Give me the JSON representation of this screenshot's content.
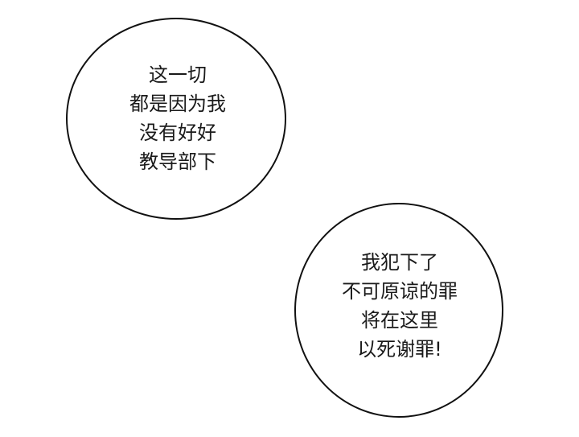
{
  "panel": {
    "background": "#ffffff",
    "bubbles": [
      {
        "lines": [
          "这一切",
          "都是因为我",
          "没有好好",
          "教导部下"
        ]
      },
      {
        "lines": [
          "我犯下了",
          "不可原谅的罪",
          "将在这里",
          "以死谢罪!"
        ]
      }
    ]
  }
}
